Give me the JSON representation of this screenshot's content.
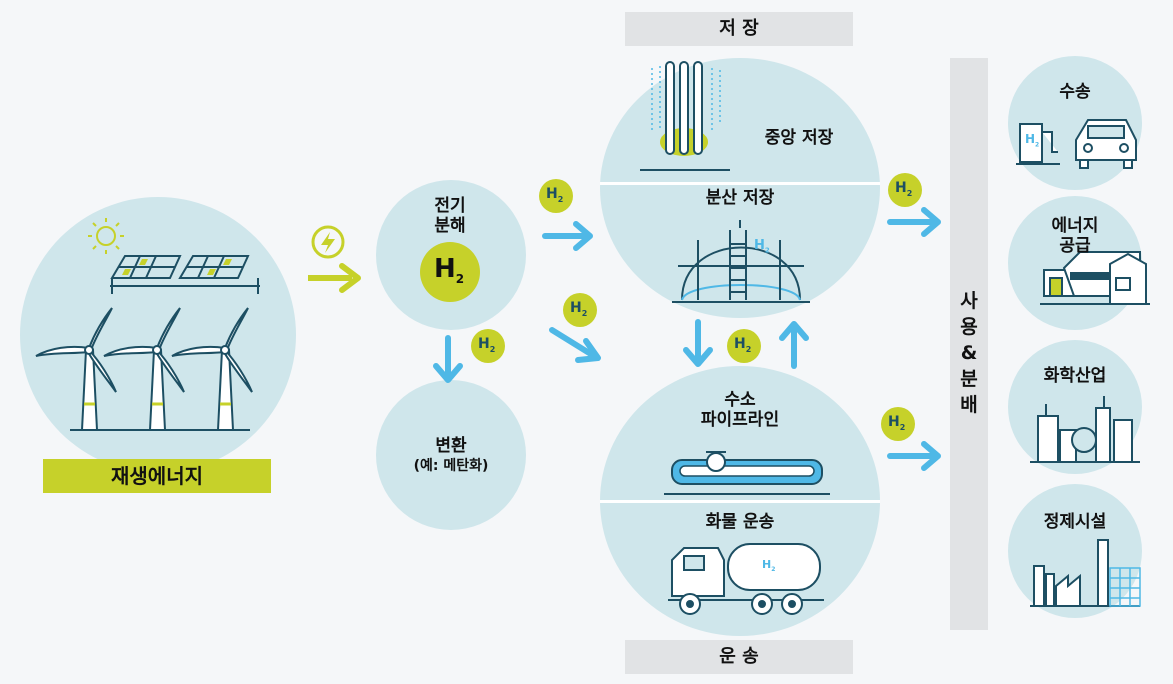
{
  "colors": {
    "circle": "#cfe6eb",
    "arrow_blue": "#4fb8e6",
    "accent_lime": "#c6d12a",
    "bar_gray": "#e1e3e5",
    "line_dark": "#1d4f63"
  },
  "sections": {
    "storage_header": "저 장",
    "transport_footer": "운 송",
    "use_distribution": "사 용 & 분 배"
  },
  "nodes": {
    "renewable": "재생에너지",
    "electrolysis_line1": "전기",
    "electrolysis_line2": "분해",
    "conversion_title": "변환",
    "conversion_sub": "(예: 메탄화)",
    "central_storage": "중앙 저장",
    "distributed_storage": "분산 저장",
    "pipeline_line1": "수소",
    "pipeline_line2": "파이프라인",
    "truck_transport": "화물 운송"
  },
  "uses": {
    "transport": "수송",
    "energy_supply_line1": "에너지",
    "energy_supply_line2": "공급",
    "chemical": "화학산업",
    "refinery": "정제시설"
  },
  "badges": {
    "h2": "H",
    "h2_sub": "2"
  },
  "icons": [
    "sun-icon",
    "solar-panel-icon",
    "wind-turbine-icon",
    "lightning-icon",
    "h2-badge-icon",
    "storage-tank-icon",
    "sphere-tank-icon",
    "pipeline-icon",
    "tanker-truck-icon",
    "car-icon",
    "fuel-pump-icon",
    "house-icon",
    "factory-icon",
    "refinery-icon"
  ]
}
